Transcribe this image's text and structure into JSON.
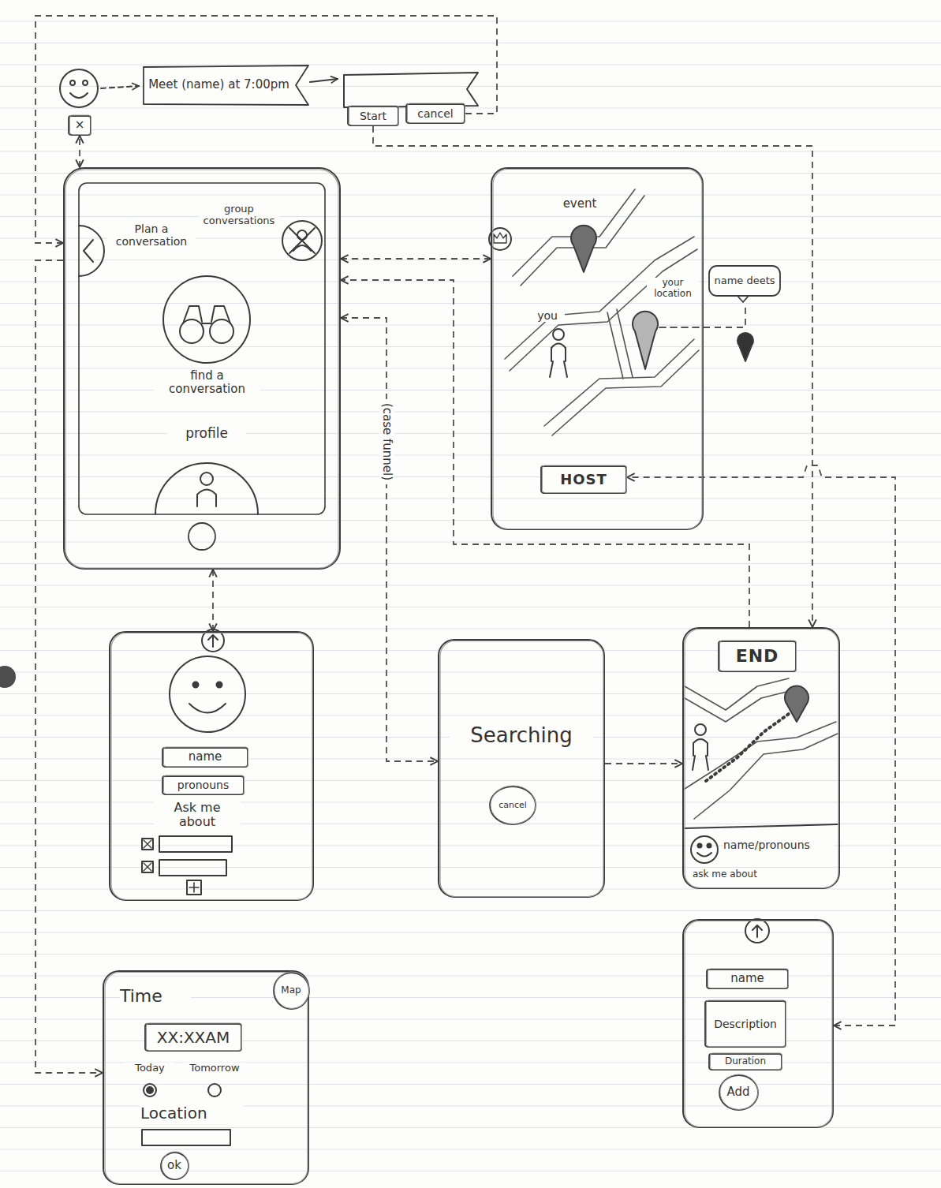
{
  "diagram": {
    "nodes": [
      {
        "text": [
          "×"
        ]
      },
      {
        "text": [
          "Meet (name) at 7:00pm"
        ]
      },
      {
        "text": [
          "Start"
        ]
      },
      {
        "text": [
          "cancel"
        ]
      },
      {
        "text": [
          "Plan a conversation",
          "group conversations",
          "find a conversation",
          "profile"
        ]
      },
      {
        "text": [
          "event",
          "your location",
          "you"
        ]
      },
      {
        "text": [
          "name deets"
        ]
      },
      {
        "text": [
          "HOST"
        ],
        "in": 5
      },
      {
        "text": [
          "Ask me about"
        ]
      },
      {
        "text": [
          "name"
        ],
        "in": 8
      },
      {
        "text": [
          "pronouns"
        ],
        "in": 8
      },
      {
        "text": [
          "Searching"
        ]
      },
      {
        "text": [
          "cancel"
        ],
        "in": 11
      },
      {
        "text": [
          "name/pronouns",
          "ask me about"
        ]
      },
      {
        "text": [
          "END"
        ],
        "in": 13
      },
      {
        "text": [
          "Time",
          "Today",
          "Tomorrow",
          "Location"
        ]
      },
      {
        "text": [
          "Map"
        ],
        "in": 15
      },
      {
        "text": [
          "XX:XXAM"
        ],
        "in": 15
      },
      {
        "text": [
          "ok"
        ],
        "in": 15
      },
      {
        "text": []
      },
      {
        "text": [
          "name"
        ],
        "in": 19
      },
      {
        "text": [
          "Description"
        ],
        "in": 19
      },
      {
        "text": [
          "Duration"
        ],
        "in": 19
      },
      {
        "text": [
          "Add"
        ],
        "in": 19
      }
    ],
    "edges": [
      {
        "from": 4,
        "to": 0,
        "arrow": "both"
      },
      {
        "from": 2,
        "to": 13,
        "arrow": "to"
      },
      {
        "from": 3,
        "to": 4,
        "arrow": "to"
      },
      {
        "from": 4,
        "to": 15,
        "arrow": "to"
      },
      {
        "from": 4,
        "to": 5,
        "arrow": "both"
      },
      {
        "from": 13,
        "to": 4,
        "arrow": "to"
      },
      {
        "from": 4,
        "to": 11,
        "label": "(case funnel)",
        "arrow": "both"
      },
      {
        "from": 11,
        "to": 13,
        "arrow": "to"
      },
      {
        "from": 4,
        "to": 8,
        "arrow": "both"
      },
      {
        "from": 5,
        "to": 6,
        "arrow": "none"
      },
      {
        "from": 19,
        "to": 7,
        "arrow": "both"
      }
    ]
  }
}
